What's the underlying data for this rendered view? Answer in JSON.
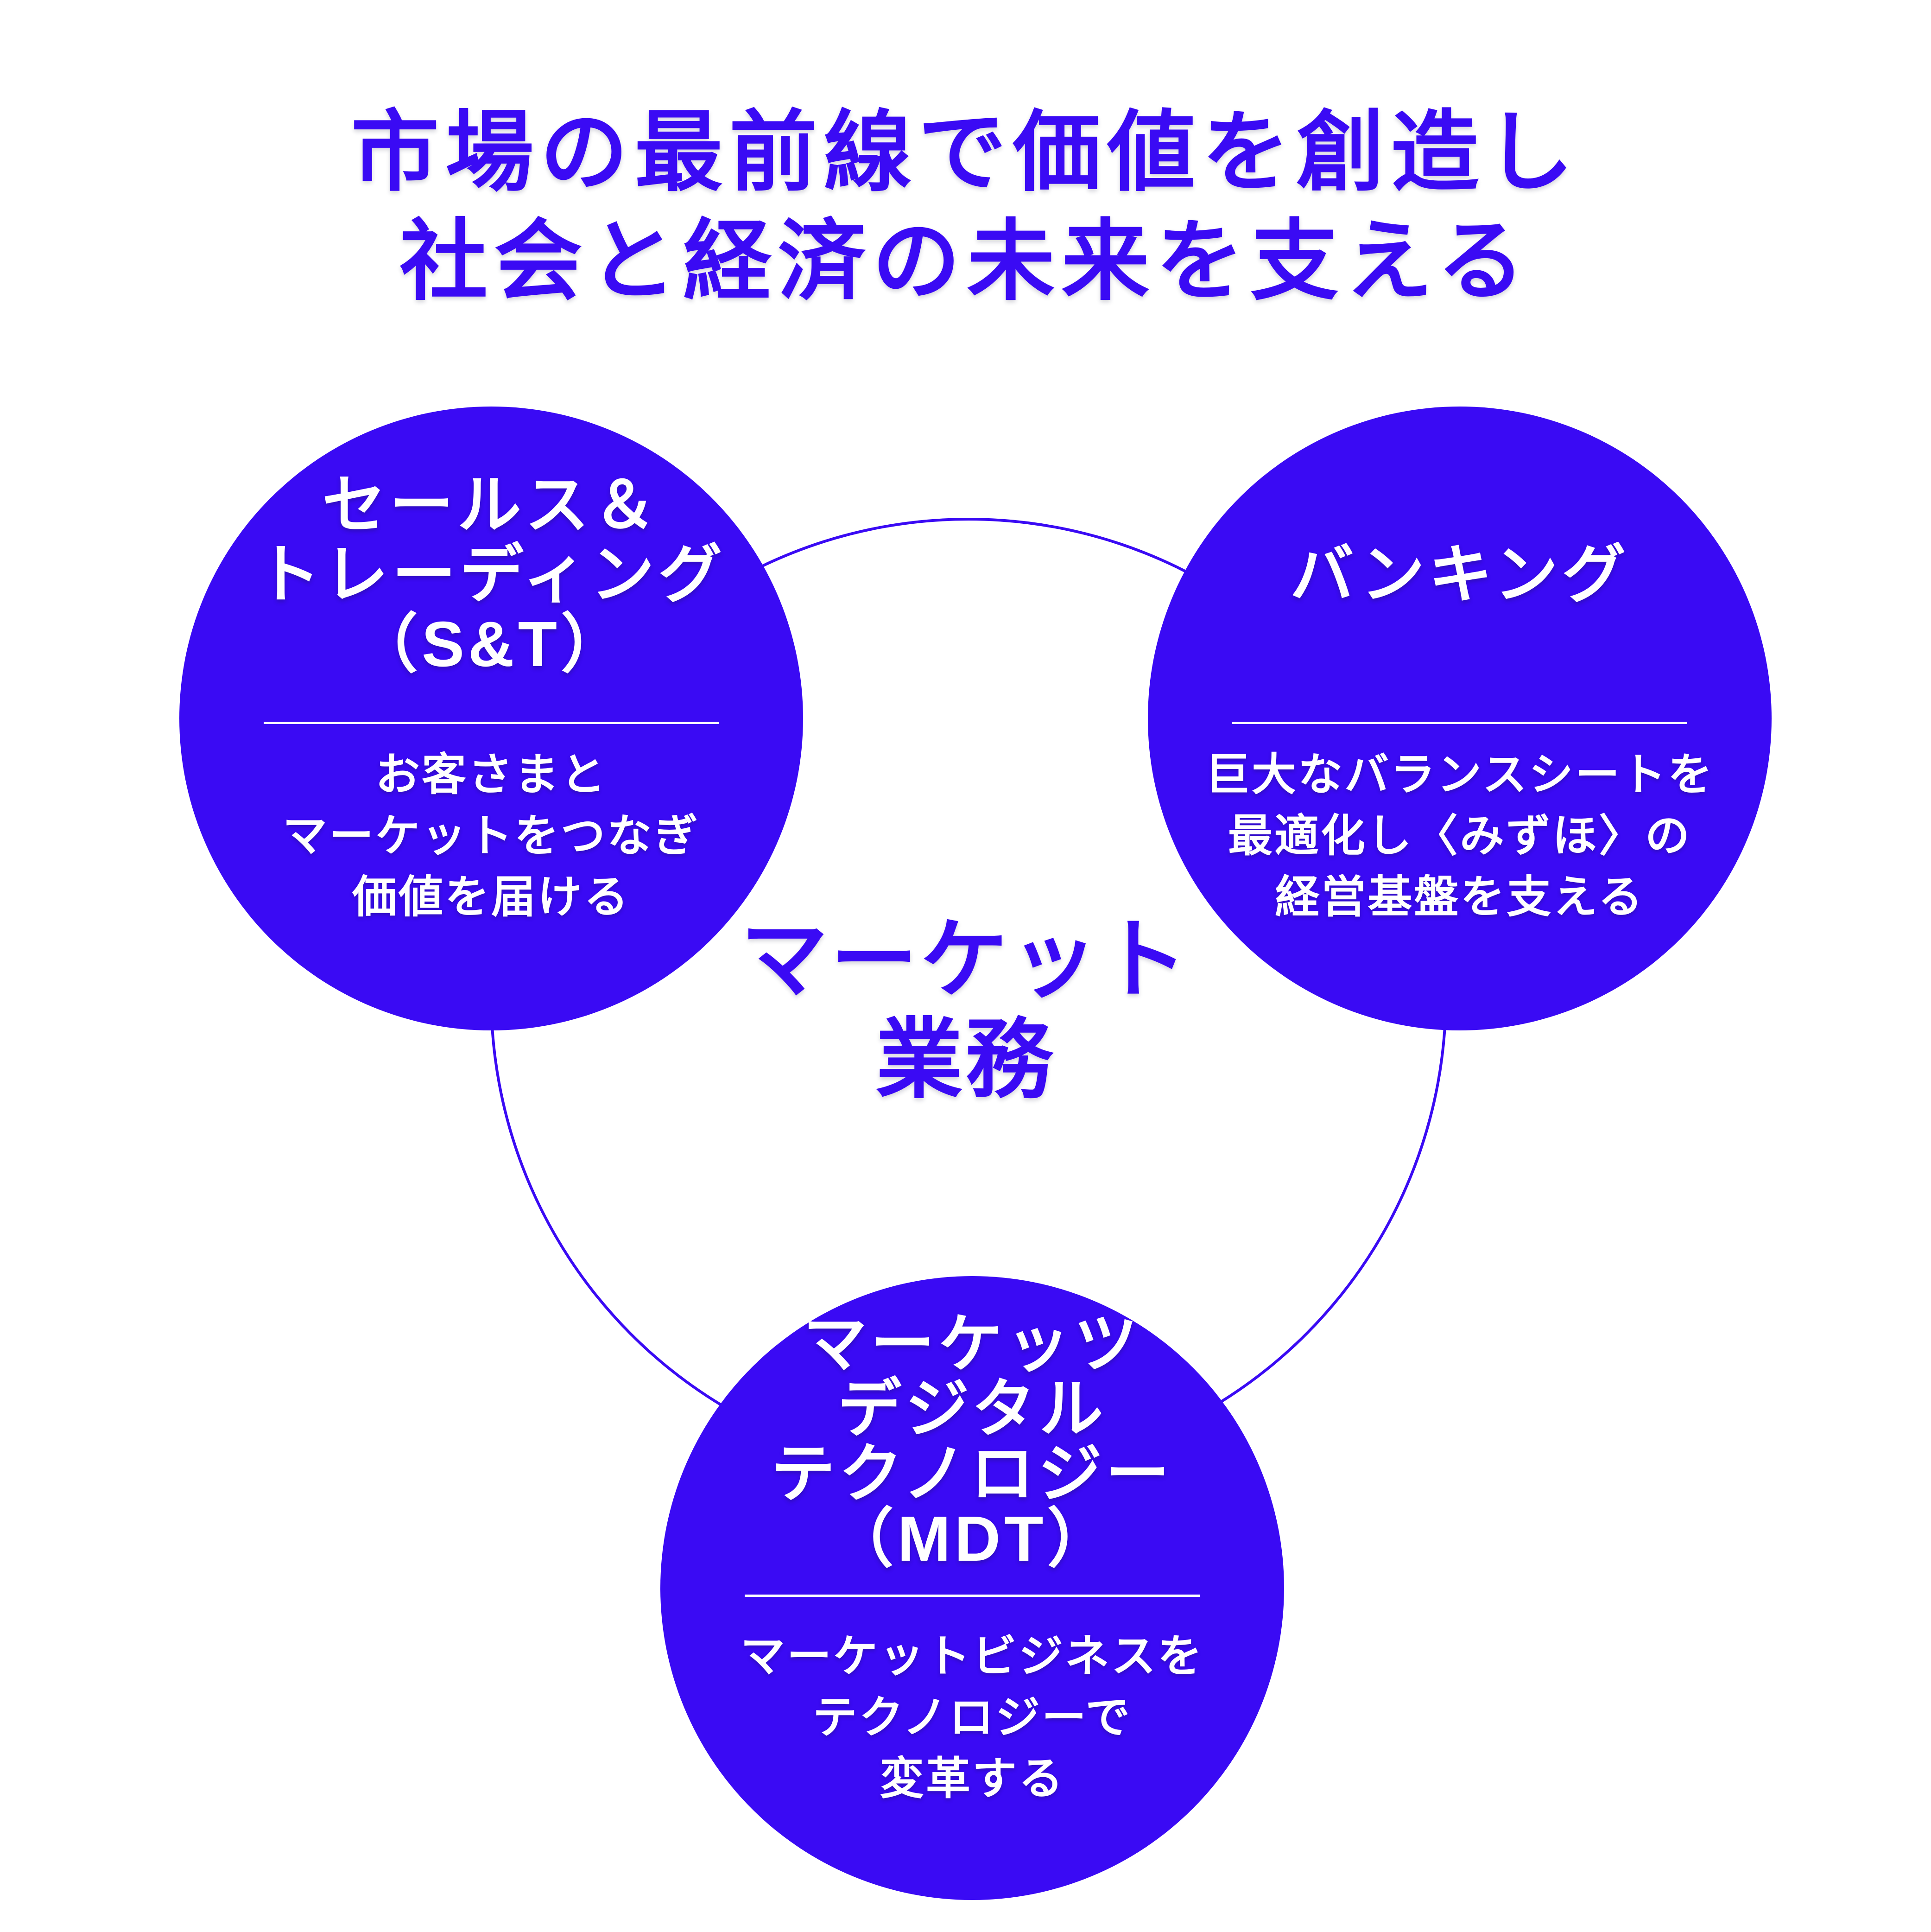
{
  "colors": {
    "primary_blue": "#3a0af4",
    "text_white": "#ffffff",
    "background": "#ffffff"
  },
  "title": {
    "line1": "市場の最前線で価値を創造し",
    "line2": "社会と経済の未来を支える"
  },
  "center_label": {
    "line1": "マーケット",
    "line2": "業務"
  },
  "circles": [
    {
      "id": "sales-and-trading",
      "heading_lines": [
        "セールス＆",
        "トレーディング",
        "（S&T）"
      ],
      "description_lines": [
        "お客さまと",
        "マーケットをつなぎ",
        "価値を届ける"
      ]
    },
    {
      "id": "banking",
      "heading_lines": [
        "バンキング"
      ],
      "description_lines": [
        "巨大なバランスシートを",
        "最適化し〈みずほ〉の",
        "経営基盤を支える"
      ]
    },
    {
      "id": "markets-digital-technology",
      "heading_lines": [
        "マーケッツ",
        "デジタル",
        "テクノロジー",
        "（MDT）"
      ],
      "description_lines": [
        "マーケットビジネスを",
        "テクノロジーで",
        "変革する"
      ]
    }
  ]
}
